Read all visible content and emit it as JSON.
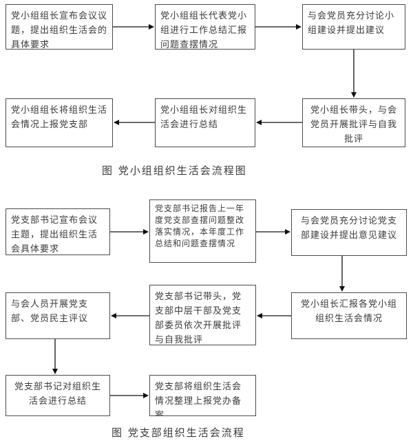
{
  "group_flow": {
    "steps": [
      "党小组组长宣布会议议题，提出组织生活会的具体要求",
      "党小组组长代表党小组进行工作总结汇报问题查摆情况",
      "与会党员充分讨论小组建设并提出建议",
      "党小组长带头，与会党员开展批评与自我批评",
      "党小组组长对组织生活会进行总结",
      "党小组组长将组织生活会情况上报党支部"
    ],
    "caption": "图  党小组组织生活会流程图"
  },
  "branch_flow": {
    "steps": [
      "党支部书记宣布会议主题，提出组织生活会具体要求",
      "党支部书记报告上一年度党支部查摆问题整改落实情况，本年度工作总结和问题查摆情况",
      "与会党员充分讨论党支部建设并提出意见建议",
      "党小组长汇报各党小组组织生活会情况",
      "党支部书记带头，党支部中层干部及党支部委员依次开展批评与自我批评",
      "与会人员开展党支部、党员民主评议",
      "党支部书记对组织生活会进行总结",
      "党支部将组织生活会情况整理上报党办备案"
    ],
    "caption": "图  党支部组织生活会流程"
  }
}
